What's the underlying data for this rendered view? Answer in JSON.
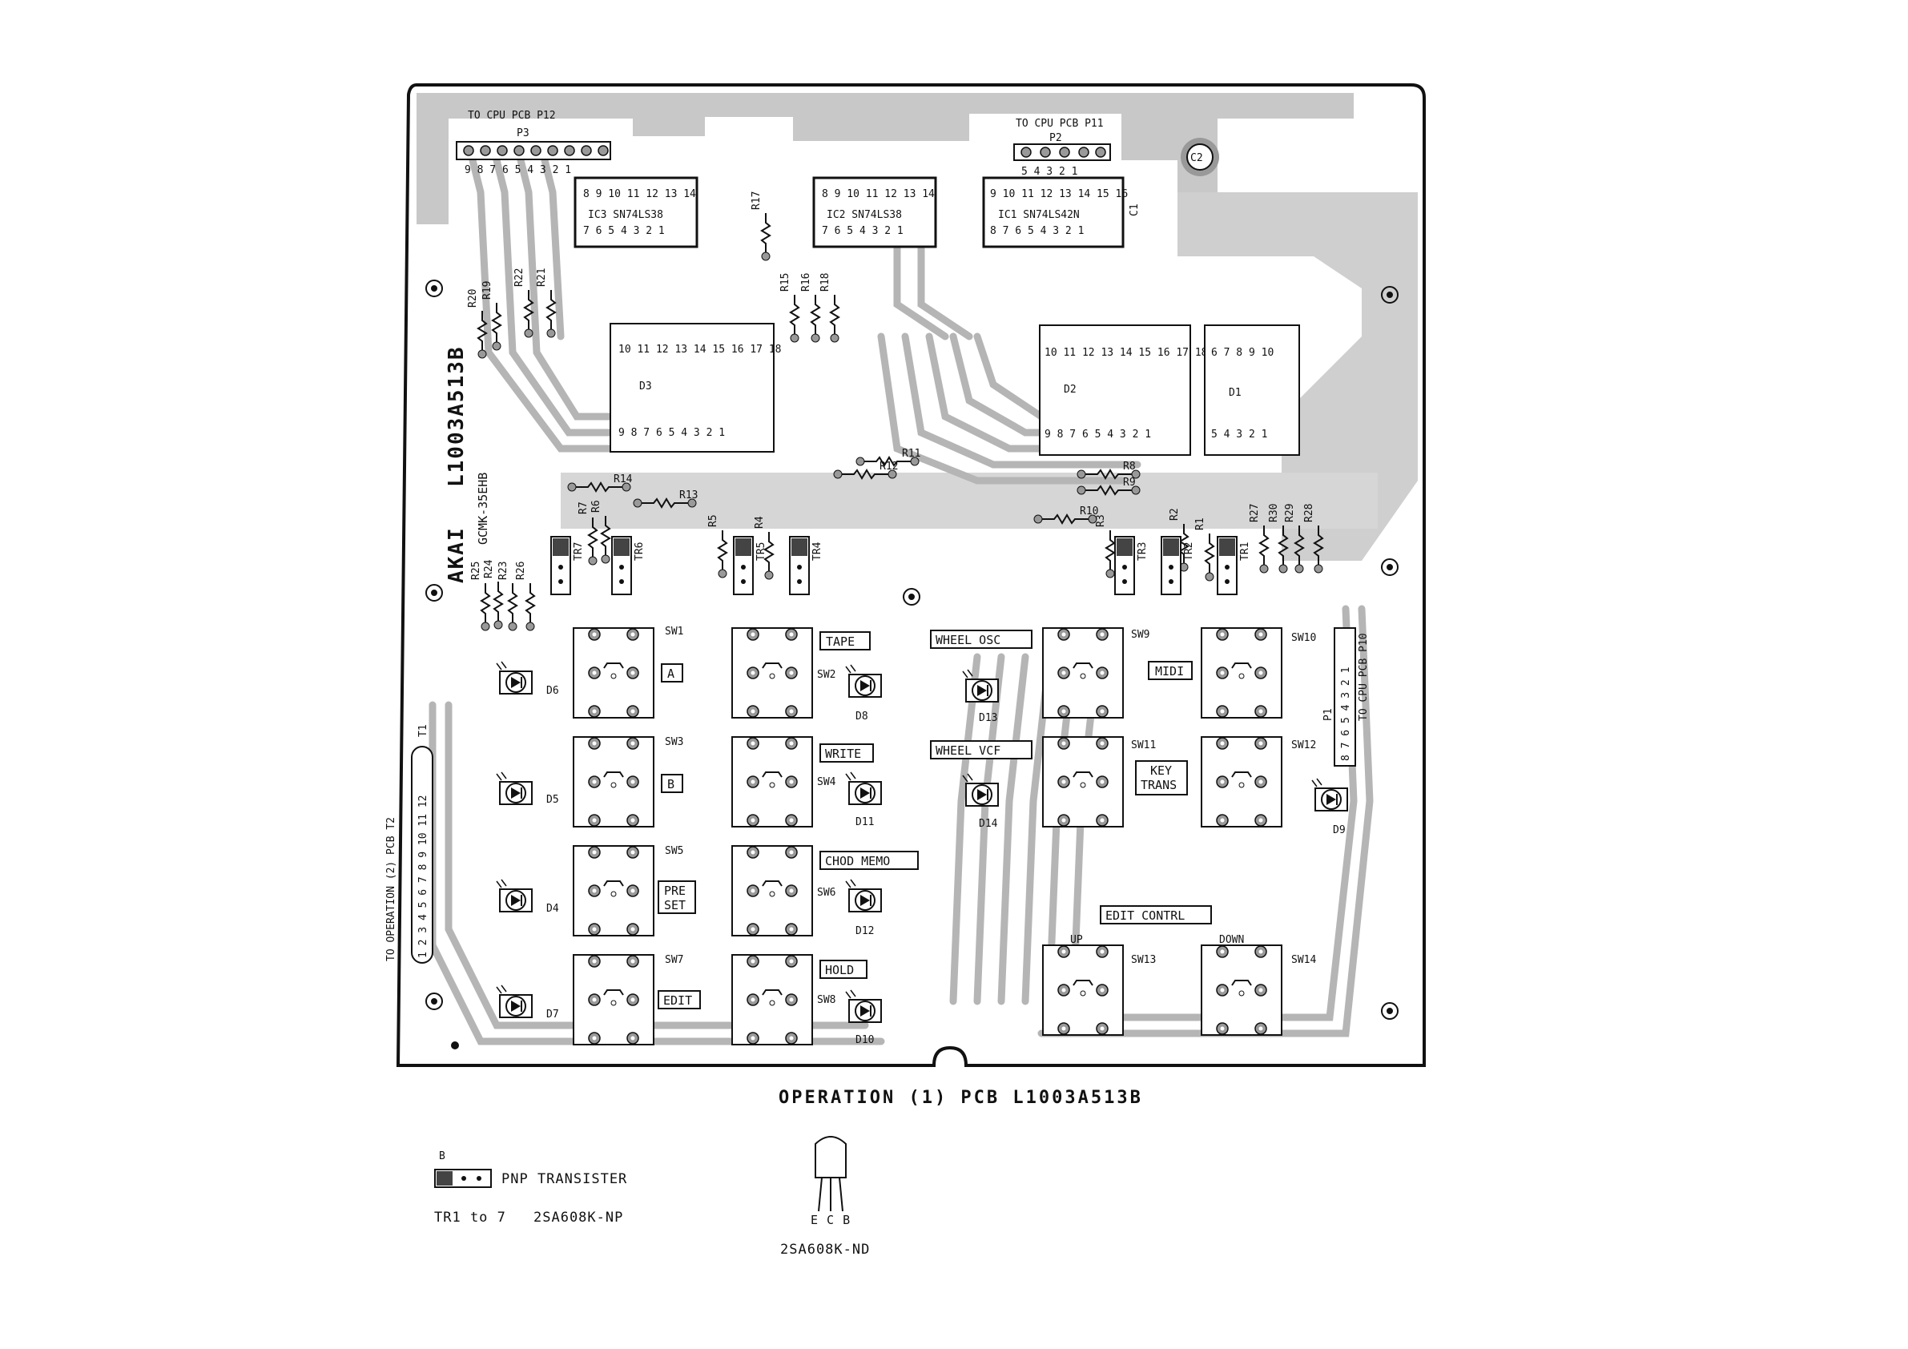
{
  "board": {
    "brand": "AKAI",
    "model": "L1003A513B",
    "code": "GCMK-35EHB",
    "caption": "OPERATION (1) PCB L1003A513B",
    "to_p3": "TO CPU PCB P12",
    "to_p2": "TO CPU PCB P11",
    "to_p10": "TO CPU PCB P10",
    "to_t2": "TO OPERATION (2) PCB T2",
    "p3": "P3",
    "p2": "P2",
    "p1": "P1",
    "t1": "T1",
    "c2": "C2",
    "c1": "C1"
  },
  "ics": [
    {
      "id": "ic3",
      "label": "IC3 SN74LS38",
      "top": "8 9 10 11 12 13 14",
      "bottom": "7 6 5 4 3 2 1"
    },
    {
      "id": "ic2",
      "label": "IC2 SN74LS38",
      "top": "8 9 10 11 12 13 14",
      "bottom": "7 6 5 4 3 2 1"
    },
    {
      "id": "ic1",
      "label": "IC1 SN74LS42N",
      "top": "9 10 11 12 13 14 15 16",
      "bottom": "8 7 6 5 4 3 2 1"
    }
  ],
  "displays": [
    {
      "id": "d3",
      "label": "D3",
      "top": "10 11 12 13 14 15 16 17 18",
      "bottom": "9 8 7 6 5 4 3 2 1"
    },
    {
      "id": "d2",
      "label": "D2",
      "top": "10 11 12 13 14 15 16 17 18",
      "bottom": "9 8 7 6 5 4 3 2 1"
    },
    {
      "id": "d1",
      "label": "D1",
      "top": "6 7 8 9 10",
      "bottom": "5 4 3 2 1"
    }
  ],
  "p3_pins": "9 8 7 6 5 4 3 2 1",
  "p2_pins": "5 4 3 2 1",
  "resistors": [
    "R20",
    "R19",
    "R22",
    "R21",
    "R17",
    "R15",
    "R16",
    "R18",
    "R14",
    "R13",
    "R11",
    "R12",
    "R8",
    "R9",
    "R10",
    "R7",
    "R6",
    "R5",
    "R4",
    "R3",
    "R2",
    "R1",
    "R27",
    "R30",
    "R29",
    "R28",
    "R25",
    "R24",
    "R23",
    "R26"
  ],
  "transistors": [
    "TR7",
    "TR6",
    "TR5",
    "TR4",
    "TR3",
    "TR2",
    "TR1"
  ],
  "switches": [
    "SW1",
    "SW2",
    "SW3",
    "SW4",
    "SW5",
    "SW6",
    "SW7",
    "SW8",
    "SW9",
    "SW10",
    "SW11",
    "SW12",
    "SW13",
    "SW14"
  ],
  "leds": [
    "D6",
    "D5",
    "D4",
    "D7",
    "D8",
    "D11",
    "D12",
    "D10",
    "D13",
    "D14",
    "D9"
  ],
  "button_labels": {
    "a": "A",
    "b": "B",
    "preset_1": "PRE",
    "preset_2": "SET",
    "edit": "EDIT",
    "tape": "TAPE",
    "write": "WRITE",
    "chod_memo": "CHOD MEMO",
    "hold": "HOLD",
    "wheel_osc": "WHEEL OSC",
    "wheel_vcf": "WHEEL VCF",
    "midi": "MIDI",
    "key_trans_1": "KEY",
    "key_trans_2": "TRANS",
    "edit_contrl": "EDIT CONTRL",
    "up": "UP",
    "down": "DOWN"
  },
  "t2_pins": "1 2 3 4 5 6 7 8 9 10 11 12",
  "p1_pins": "8 7 6 5 4 3 2 1",
  "legend": {
    "b_mark": "B",
    "pnp": "PNP TRANSISTER",
    "range": "TR1 to 7",
    "part_np": "2SA608K-NP",
    "ecb": "E C B",
    "part_nd": "2SA608K-ND"
  }
}
